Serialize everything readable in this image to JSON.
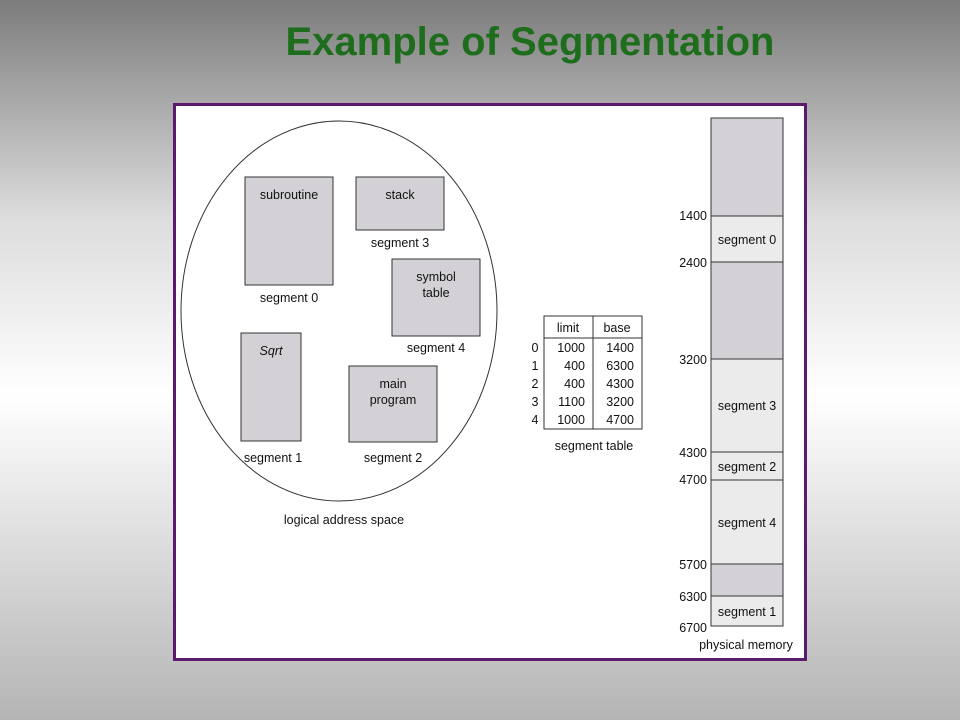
{
  "title": "Example of Segmentation",
  "colors": {
    "title": "#1d6d1d",
    "frame_border": "#5b1a6e",
    "box_fill": "#d3d1d5",
    "light_fill": "#ebebeb"
  },
  "logical": {
    "caption": "logical address space",
    "segments": [
      {
        "id": "subroutine",
        "label": "subroutine",
        "caption": "segment 0"
      },
      {
        "id": "stack",
        "label": "stack",
        "caption": "segment 3"
      },
      {
        "id": "symbol-table",
        "label_line1": "symbol",
        "label_line2": "table",
        "caption": "segment 4"
      },
      {
        "id": "sqrt",
        "label": "Sqrt",
        "caption": "segment 1"
      },
      {
        "id": "main-program",
        "label_line1": "main",
        "label_line2": "program",
        "caption": "segment 2"
      }
    ]
  },
  "segment_table": {
    "caption": "segment table",
    "headers": [
      "limit",
      "base"
    ],
    "rows": [
      {
        "index": "0",
        "limit": "1000",
        "base": "1400"
      },
      {
        "index": "1",
        "limit": "400",
        "base": "6300"
      },
      {
        "index": "2",
        "limit": "400",
        "base": "4300"
      },
      {
        "index": "3",
        "limit": "1100",
        "base": "3200"
      },
      {
        "index": "4",
        "limit": "1000",
        "base": "4700"
      }
    ]
  },
  "physical": {
    "caption": "physical memory",
    "addresses": [
      "1400",
      "2400",
      "3200",
      "4300",
      "4700",
      "5700",
      "6300",
      "6700"
    ],
    "segments": [
      {
        "id": "0",
        "label": "segment 0"
      },
      {
        "id": "3",
        "label": "segment 3"
      },
      {
        "id": "2",
        "label": "segment 2"
      },
      {
        "id": "4",
        "label": "segment 4"
      },
      {
        "id": "1",
        "label": "segment 1"
      }
    ]
  }
}
